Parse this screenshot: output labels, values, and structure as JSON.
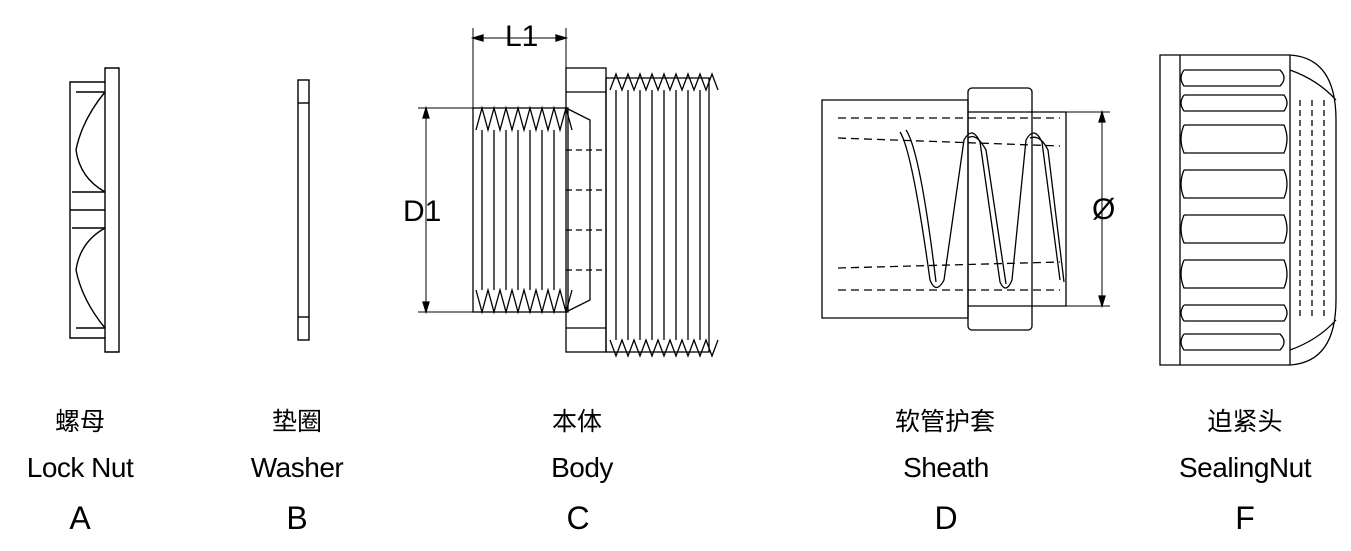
{
  "dimensions": {
    "l1": "L1",
    "d1": "D1",
    "diameter": "Ø"
  },
  "parts": [
    {
      "id": "lock-nut",
      "cn": "螺母",
      "en": "Lock Nut",
      "letter": "A"
    },
    {
      "id": "washer",
      "cn": "垫圈",
      "en": "Washer",
      "letter": "B"
    },
    {
      "id": "body",
      "cn": "本体",
      "en": "Body",
      "letter": "C"
    },
    {
      "id": "sheath",
      "cn": "软管护套",
      "en": "Sheath",
      "letter": "D"
    },
    {
      "id": "sealing-nut",
      "cn": "迫紧头",
      "en": "SealingNut",
      "letter": "F"
    }
  ]
}
